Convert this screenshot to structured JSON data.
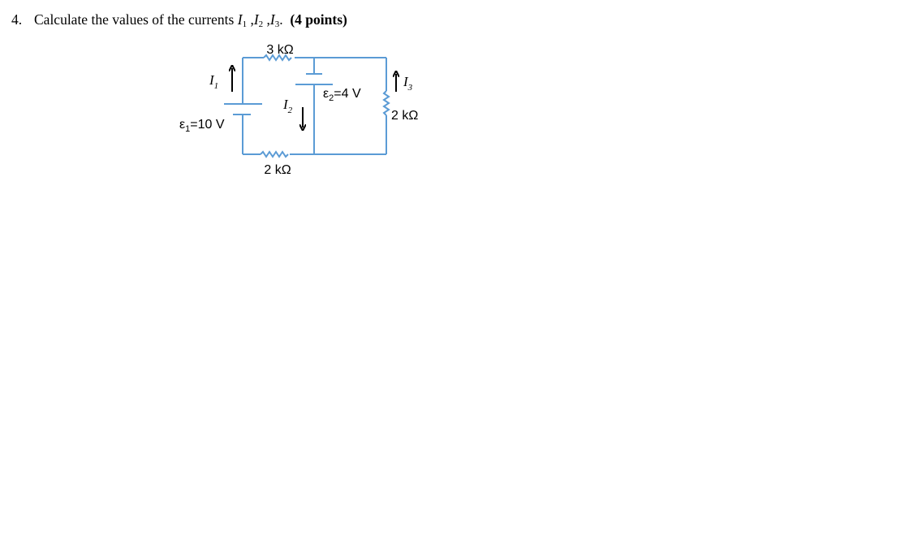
{
  "question": {
    "number": "4.",
    "text_before": "Calculate the values of the currents ",
    "i1": "I",
    "i1_sub": "1",
    "sep1": " ,",
    "i2": "I",
    "i2_sub": "2",
    "sep2": " ,",
    "i3": "I",
    "i3_sub": "3",
    "period": ".",
    "points": "(4 points)"
  },
  "circuit": {
    "wire_color": "#5b9bd5",
    "arrow_color": "#000000",
    "r_top": "3 kΩ",
    "r_bottom": "2 kΩ",
    "r_right": "2 kΩ",
    "emf1_symbol": "ε",
    "emf1_sub": "1",
    "emf1_value": "=10 V",
    "emf2_symbol": "ε",
    "emf2_sub": "2",
    "emf2_value": "=4 V",
    "current1": "I",
    "current1_sub": "1",
    "current2": "I",
    "current2_sub": "2",
    "current3": "I",
    "current3_sub": "3"
  }
}
